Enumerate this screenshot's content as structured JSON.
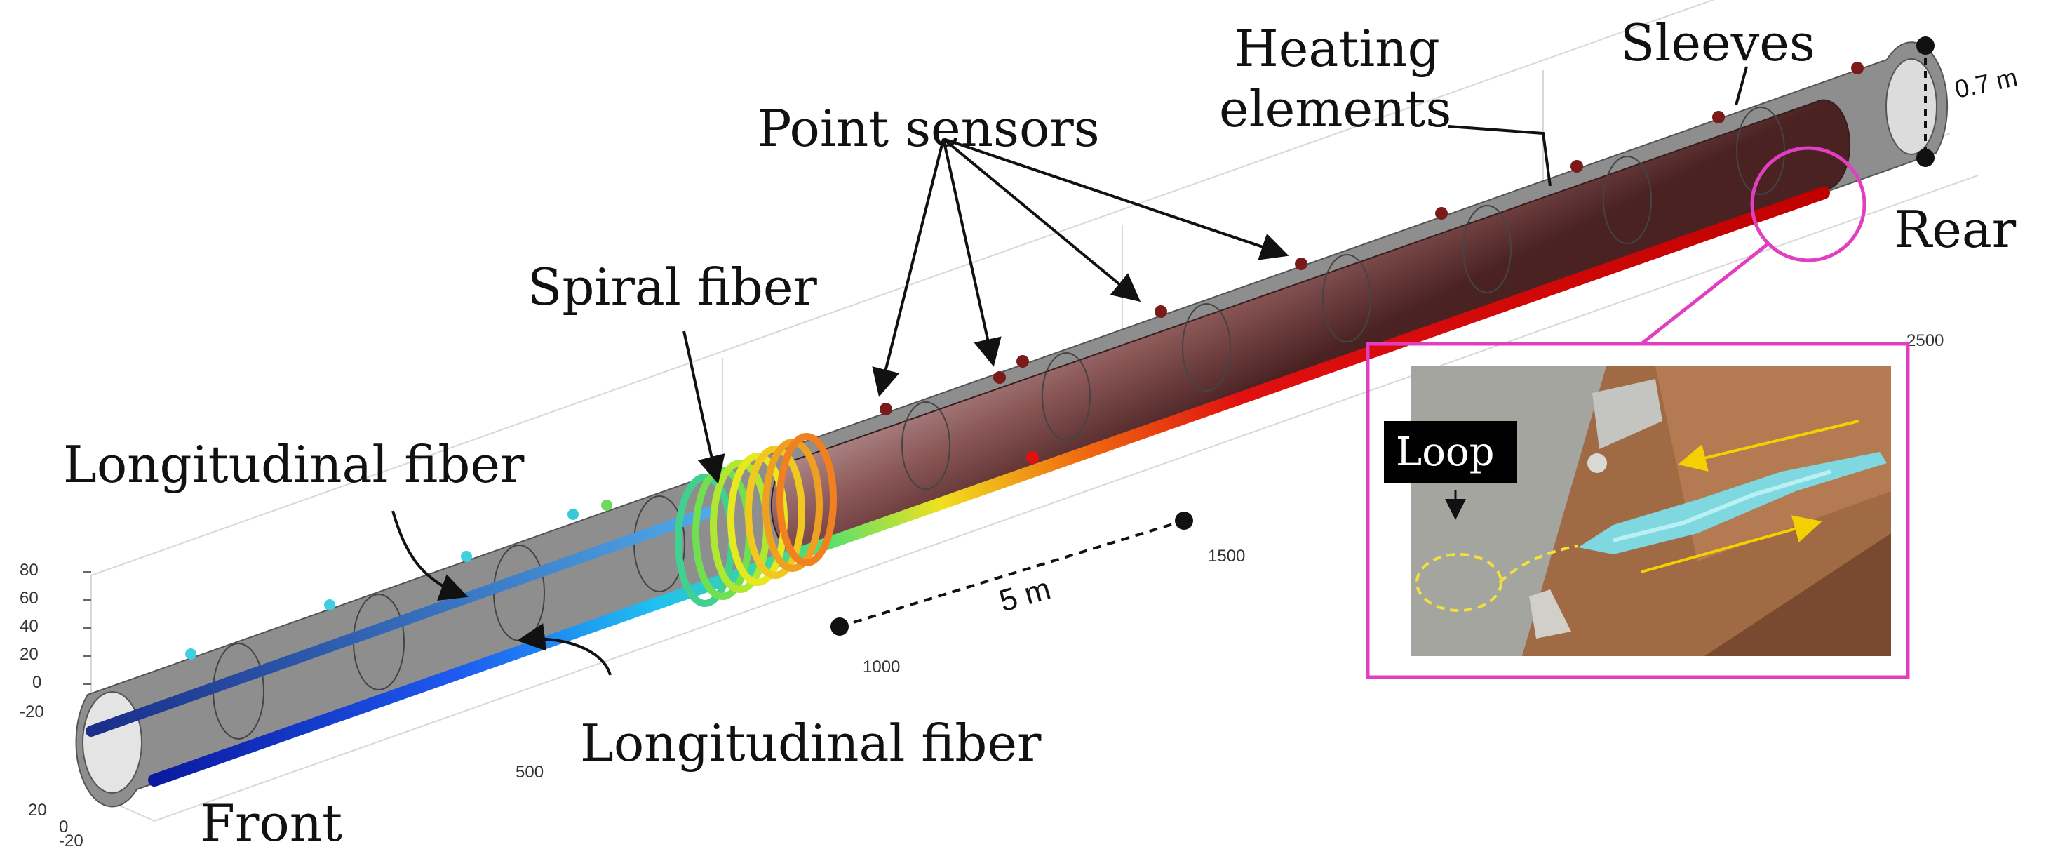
{
  "labels": {
    "heating_line1": "Heating",
    "heating_line2": "elements",
    "sleeves": "Sleeves",
    "point_sensors": "Point sensors",
    "spiral_fiber": "Spiral fiber",
    "longitudinal_top": "Longitudinal fiber",
    "longitudinal_bottom": "Longitudinal fiber",
    "front": "Front",
    "rear": "Rear",
    "diameter": "0.7 m",
    "length": "5 m",
    "loop": "Loop"
  },
  "axes": {
    "z_ticks": [
      "80",
      "60",
      "40",
      "20",
      "0",
      "-20"
    ],
    "y_ticks": [
      "20",
      "0",
      "-20"
    ],
    "x_ticks": [
      "500",
      "1000",
      "1500",
      "2500"
    ]
  },
  "colors": {
    "highlight": "#e040c0",
    "pipe": "#c8c8c8",
    "heated_pipe": "#6b3838",
    "point_sensor": "#7a1a1a",
    "arrow_yellow": "#f5d000",
    "loop_dash": "#f0e040"
  }
}
